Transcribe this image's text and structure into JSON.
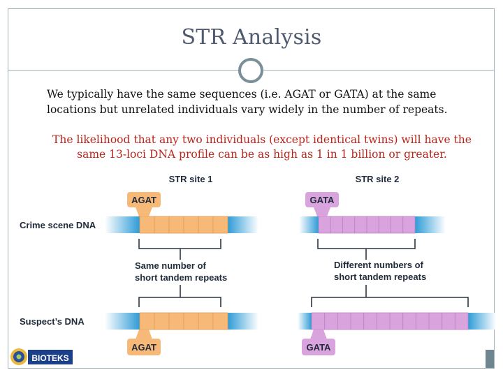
{
  "slide": {
    "title": "STR Analysis",
    "paragraph": "We typically have the same sequences (i.e. AGAT or GATA) at the same locations but unrelated individuals vary widely in the number of repeats.",
    "highlight": "The likelihood that any two individuals (except identical twins) will have the same 13-loci DNA profile can be as high as 1 in 1 billion or greater."
  },
  "figure": {
    "site1_title": "STR site 1",
    "site2_title": "STR site 2",
    "crime_label": "Crime scene DNA",
    "suspect_label": "Suspect’s DNA",
    "site1_top_tag": "AGAT",
    "site1_bottom_tag": "AGAT",
    "site2_top_tag": "GATA",
    "site2_bottom_tag": "GATA",
    "site1_note_line1": "Same number of",
    "site1_note_line2": "short tandem repeats",
    "site2_note_line1": "Different numbers of",
    "site2_note_line2": "short tandem repeats",
    "site1_crime_repeats": 6,
    "site1_suspect_repeats": 6,
    "site2_crime_repeats": 8,
    "site2_suspect_repeats": 12
  },
  "colors": {
    "orange_repeat": "#f7b978",
    "purple_repeat": "#d9a3de",
    "blue_flank": "#2e9bd6",
    "highlight_text": "#b8251a"
  },
  "logo": {
    "text": "BIOTEKS"
  }
}
